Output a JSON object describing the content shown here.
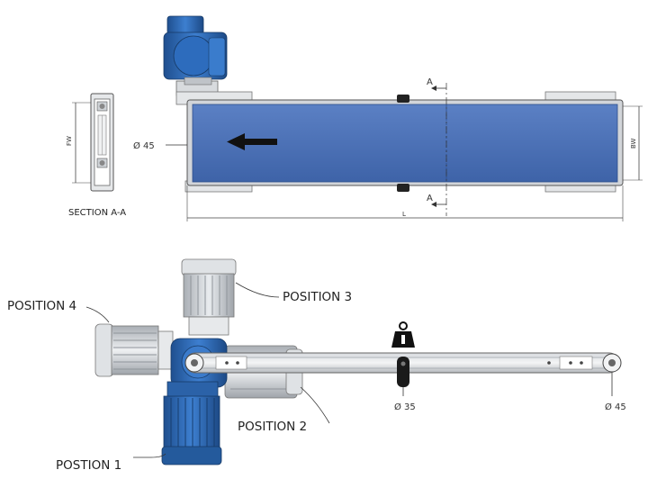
{
  "top_view": {
    "dim_roller": "Ø 45",
    "section_mark_top": "A",
    "section_mark_bottom": "A",
    "dim_length": "L",
    "dim_bw": "BW"
  },
  "section": {
    "caption": "SECTION A-A",
    "dim_fw": "FW"
  },
  "side_view": {
    "position_1": "POSTION 1",
    "position_2": "POSITION 2",
    "position_3": "POSITION 3",
    "position_4": "POSITION 4",
    "dim_roller_mid": "Ø 35",
    "dim_roller_end": "Ø 45"
  },
  "colors": {
    "belt_blue": "#4a6fb5",
    "motor_blue": "#2f6db5",
    "motor_grey": "#c9ced3",
    "frame_grey": "#b5b9be"
  }
}
